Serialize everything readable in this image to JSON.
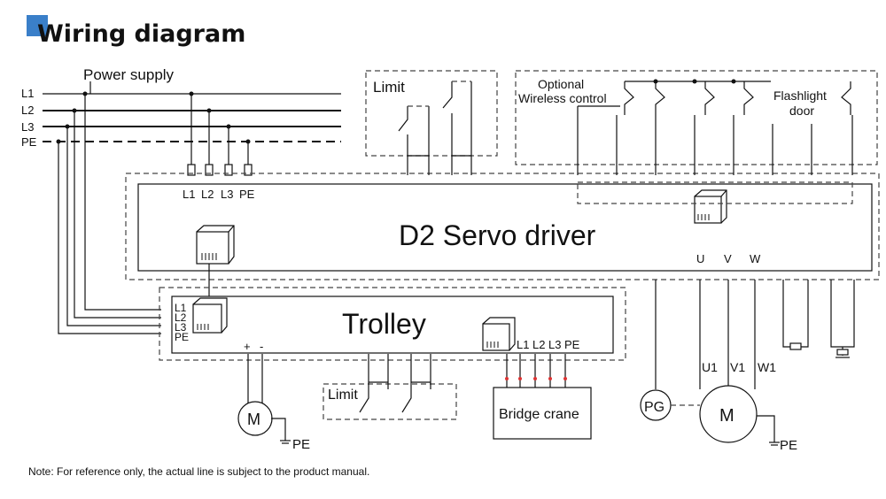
{
  "title": "Wiring diagram",
  "note": "Note: For reference only, the actual line is subject to the product manual.",
  "colors": {
    "title_square": "#3a7fc9"
  },
  "power_supply": {
    "label": "Power supply",
    "lines": [
      "L1",
      "L2",
      "L3",
      "PE"
    ]
  },
  "driver": {
    "name": "D2 Servo driver",
    "input_terminals": [
      "L1",
      "L2",
      "L3",
      "PE"
    ],
    "output_terminals": [
      "U",
      "V",
      "W"
    ]
  },
  "trolley": {
    "name": "Trolley",
    "terminals": [
      "L1",
      "L2",
      "L3",
      "PE"
    ],
    "dc_terminals": [
      "+",
      "-"
    ]
  },
  "limit_top": "Limit",
  "limit_bottom": "Limit",
  "optional_wireless": [
    "Optional",
    "Wireless control"
  ],
  "flashlight": [
    "Flashlight",
    "door"
  ],
  "bridge_crane": {
    "name": "Bridge crane",
    "terminals": [
      "L1",
      "L2",
      "L3",
      "PE"
    ]
  },
  "motor_main": {
    "symbol": "M",
    "encoder": "PG",
    "phases": [
      "U1",
      "V1",
      "W1"
    ],
    "ground": "PE"
  },
  "motor_trolley": {
    "symbol": "M",
    "ground": "PE"
  }
}
